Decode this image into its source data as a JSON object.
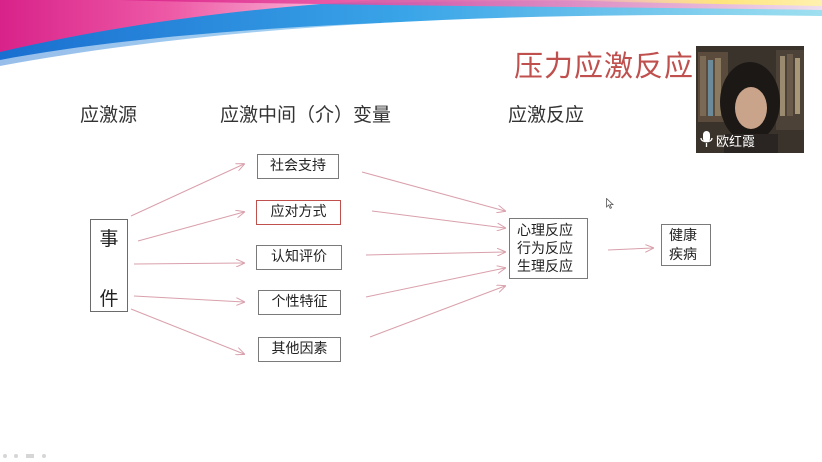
{
  "slide": {
    "title": "压力应激反应",
    "headers": {
      "source": "应激源",
      "mediator": "应激中间（介）变量",
      "reaction": "应激反应"
    },
    "event": {
      "char1": "事",
      "char2": "件"
    },
    "mediators": [
      {
        "label": "社会支持",
        "highlighted": false
      },
      {
        "label": "应对方式",
        "highlighted": true
      },
      {
        "label": "认知评价",
        "highlighted": false
      },
      {
        "label": "个性特征",
        "highlighted": false
      },
      {
        "label": "其他因素",
        "highlighted": false
      }
    ],
    "reactions": [
      "心理反应",
      "行为反应",
      "生理反应"
    ],
    "outcome": [
      "健康",
      "疾病"
    ]
  },
  "colors": {
    "title": "#c0504d",
    "arrow": "#d9a0ac",
    "highlight_border": "#c0504d",
    "banner_pink": "#e6338a",
    "banner_blue": "#1f8fd8",
    "banner_teal": "#3cc7c2"
  },
  "video": {
    "participant_name": "欧红霞",
    "mic_icon": "microphone-icon"
  }
}
